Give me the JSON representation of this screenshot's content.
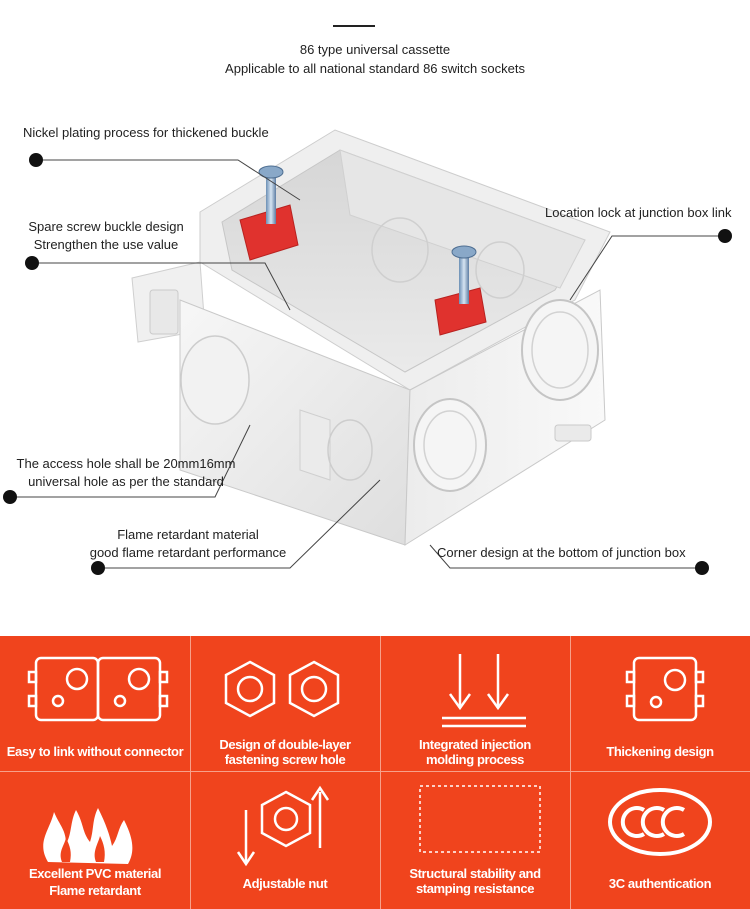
{
  "header": {
    "line1": "86 type universal cassette",
    "line2": "Applicable to all national standard 86 switch sockets"
  },
  "callouts": {
    "nickel": "Nickel plating process for thickened buckle",
    "spare_1": "Spare screw buckle design",
    "spare_2": "Strengthen the use value",
    "location": "Location lock at junction box link",
    "access_1": "The access hole shall be 20mm16mm",
    "access_2": "universal hole as per the standard",
    "flame_1": "Flame retardant material",
    "flame_2": "good flame retardant performance",
    "corner": "Corner design at the bottom of junction box"
  },
  "features": [
    {
      "icon": "linked-boxes-icon",
      "label_1": "Easy to link without connector",
      "label_2": ""
    },
    {
      "icon": "double-hex-nut-icon",
      "label_1": "Design of double-layer",
      "label_2": "fastening screw hole"
    },
    {
      "icon": "injection-arrows-icon",
      "label_1": "Integrated injection",
      "label_2": "molding process"
    },
    {
      "icon": "thick-box-icon",
      "label_1": "Thickening design",
      "label_2": ""
    },
    {
      "icon": "flame-icon",
      "label_1": "Excellent PVC material",
      "label_2": "Flame retardant"
    },
    {
      "icon": "adjustable-nut-icon",
      "label_1": "Adjustable nut",
      "label_2": ""
    },
    {
      "icon": "dashed-frame-icon",
      "label_1": "Structural stability and",
      "label_2": "stamping resistance"
    },
    {
      "icon": "ccc-mark-icon",
      "label_1": "3C authentication",
      "label_2": ""
    }
  ],
  "colors": {
    "banner": "#f0441d",
    "box": "#f4f4f4",
    "accent_red": "#e0322e"
  }
}
